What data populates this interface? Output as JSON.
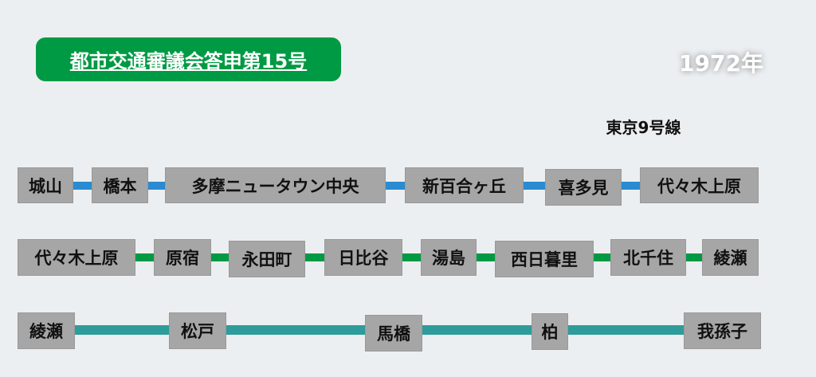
{
  "title": "都市交通審議会答申第15号",
  "year": "1972年",
  "line_name": "東京9号線",
  "colors": {
    "title_bg": "#009a44",
    "row1": "#2a8bd1",
    "row2": "#009a44",
    "row3": "#2e9c9a"
  },
  "rows": [
    {
      "stations": [
        "城山",
        "橋本",
        "多摩ニュータウン中央",
        "新百合ヶ丘",
        "喜多見",
        "代々木上原"
      ]
    },
    {
      "stations": [
        "代々木上原",
        "原宿",
        "永田町",
        "日比谷",
        "湯島",
        "西日暮里",
        "北千住",
        "綾瀬"
      ]
    },
    {
      "stations": [
        "綾瀬",
        "松戸",
        "馬橋",
        "柏",
        "我孫子"
      ]
    }
  ]
}
